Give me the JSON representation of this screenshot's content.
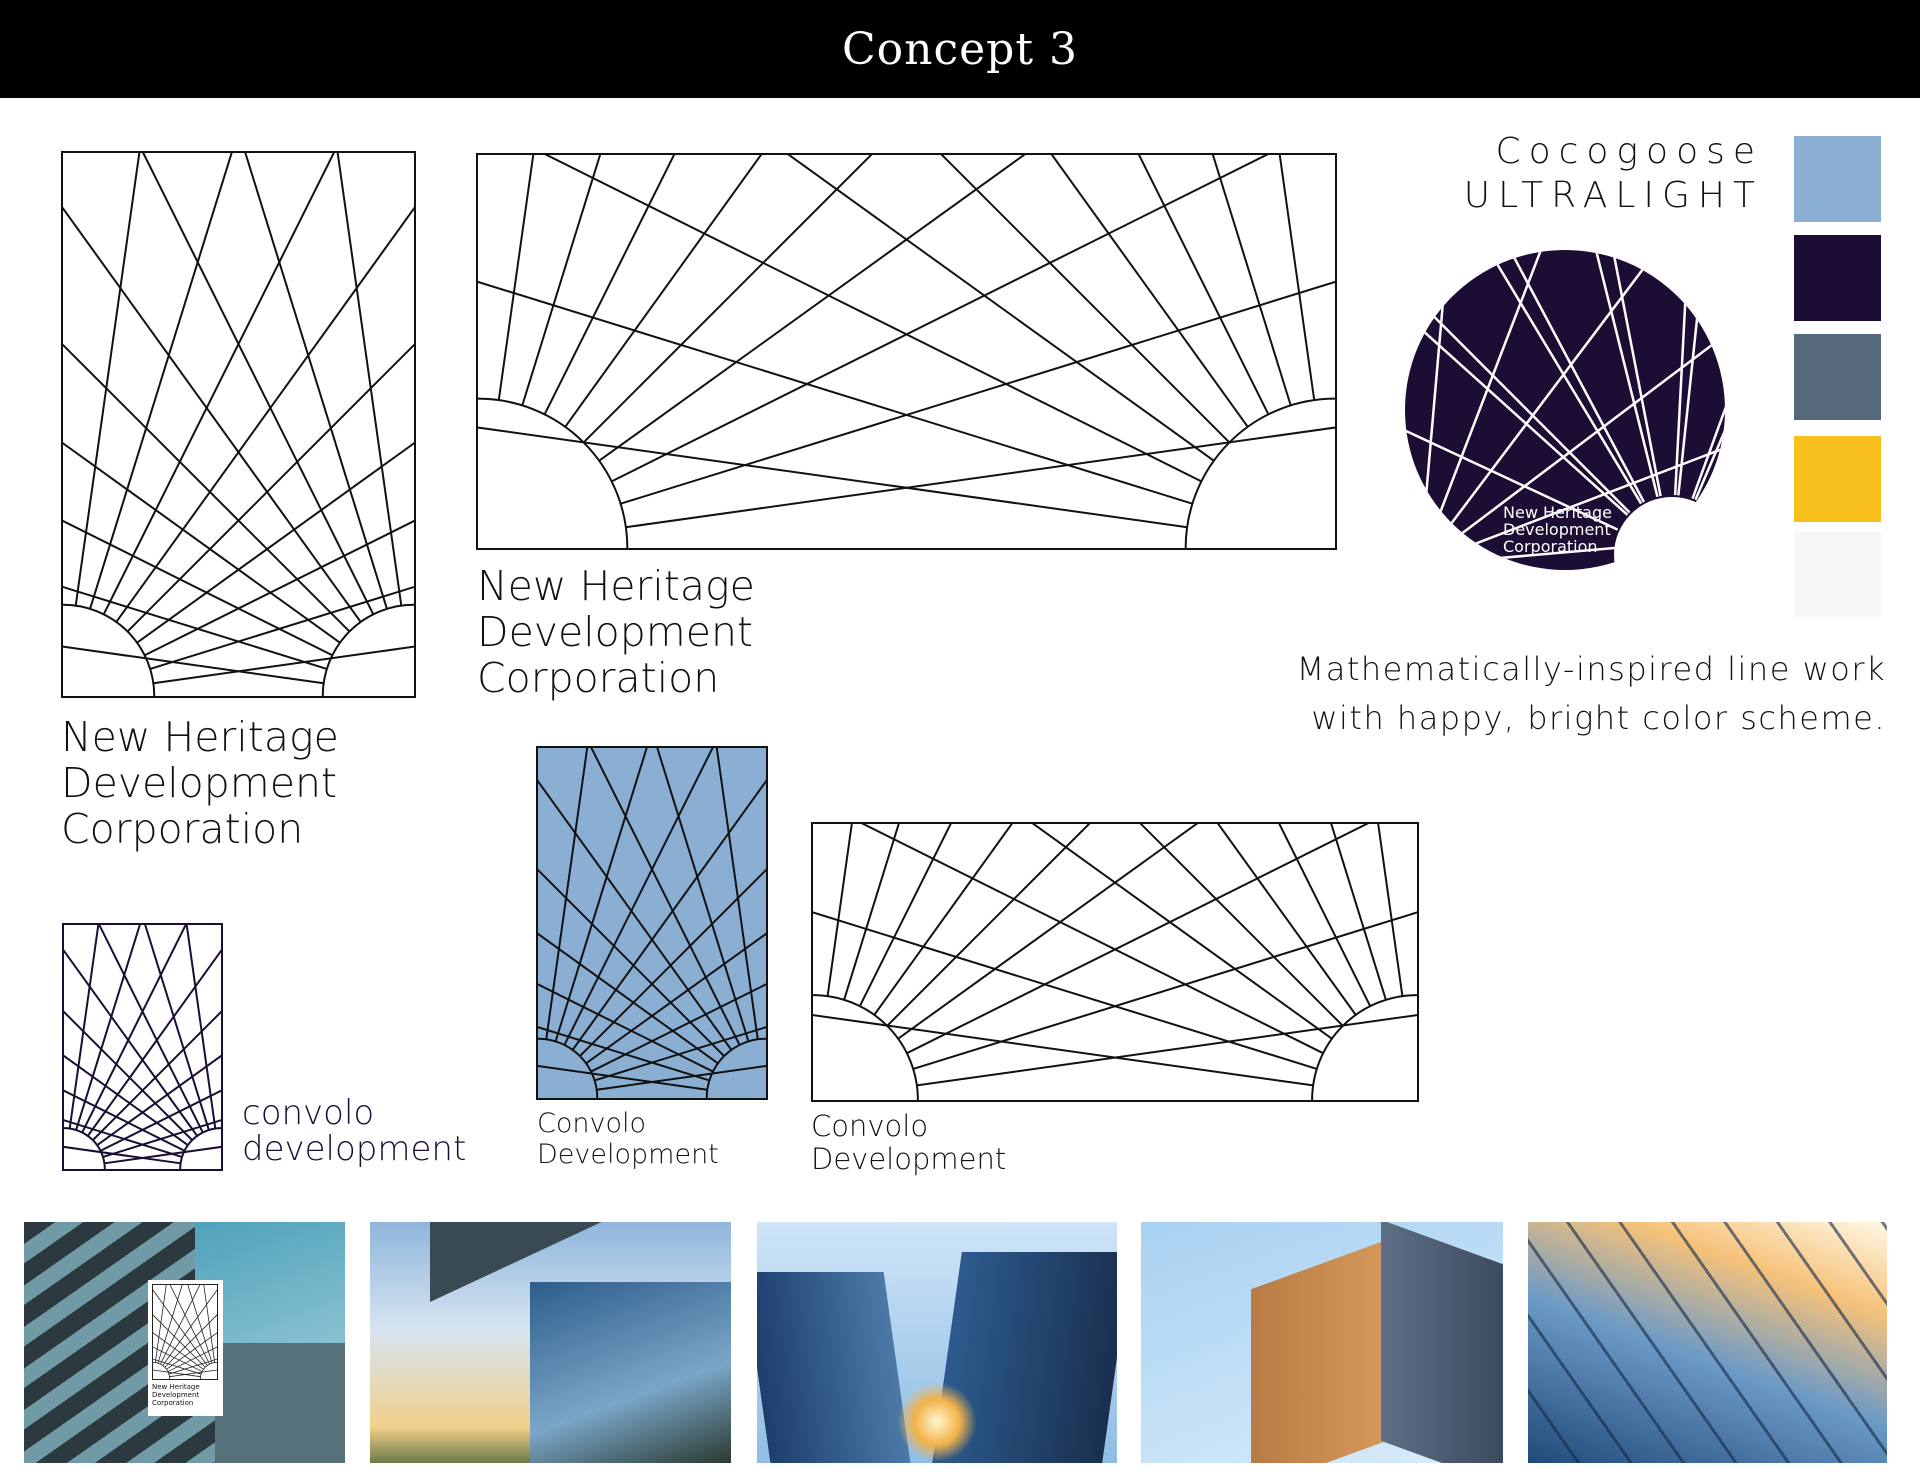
{
  "header": {
    "title": "Concept 3"
  },
  "logo_tall": {
    "lines": [
      "New Heritage",
      "Development",
      "Corporation"
    ]
  },
  "logo_wide": {
    "lines": [
      "New Heritage",
      "Development",
      "Corporation"
    ]
  },
  "typeface": {
    "name": "Cocogoose",
    "weight": "ULTRALIGHT"
  },
  "swatches": [
    "#8aafd3",
    "#1b0d33",
    "#56687c",
    "#f8c01d",
    "#f7f6f7"
  ],
  "badge": {
    "lines": [
      "New Heritage",
      "Development",
      "Corporation"
    ]
  },
  "tagline": [
    "Mathematically-inspired line work",
    "with happy, bright color scheme."
  ],
  "convolo_small": {
    "lines": [
      "convolo",
      "development"
    ]
  },
  "convolo_blue": {
    "lines": [
      "Convolo",
      "Development"
    ]
  },
  "convolo_wide": {
    "lines": [
      "Convolo",
      "Development"
    ]
  },
  "photo_card": {
    "lines": [
      "New Heritage",
      "Development",
      "Corporation"
    ]
  },
  "photos": [
    "architecture-louvers",
    "glass-facade-reflection",
    "skyscrapers-sunburst",
    "apartment-building",
    "glass-tower-sunlight"
  ]
}
